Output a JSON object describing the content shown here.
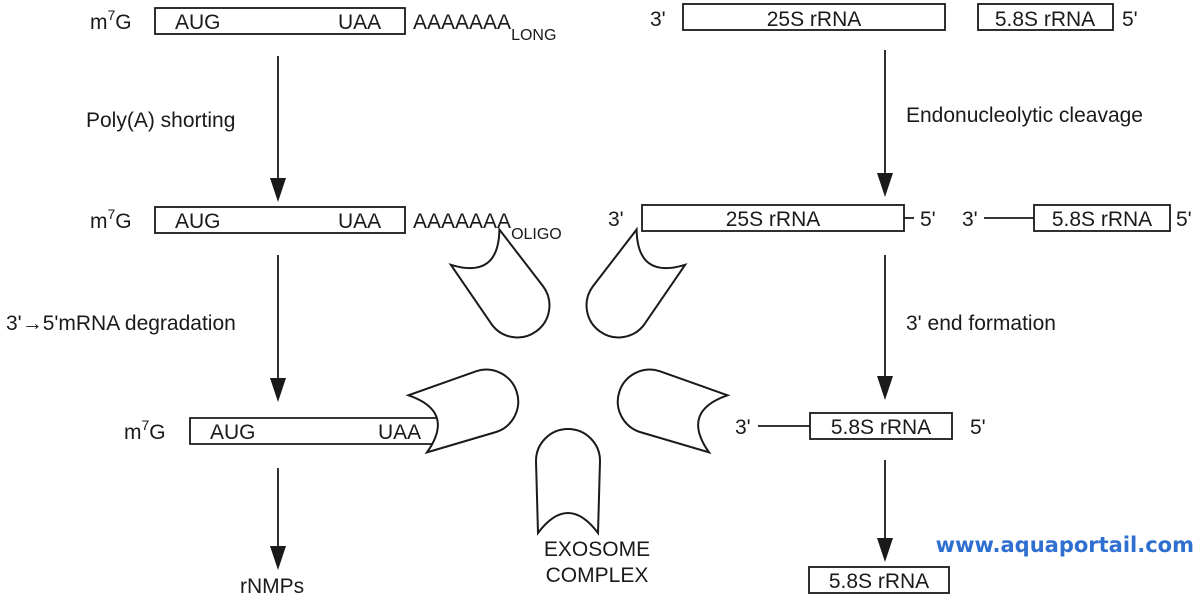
{
  "mrna": {
    "cap_m": "m",
    "cap_sup": "7",
    "cap_g": "G",
    "start_codon": "AUG",
    "stop_codon": "UAA",
    "polya": "AAAAAAA",
    "polya_long_sub": "LONG",
    "polya_oligo_sub": "OLIGO",
    "step1_label": "Poly(A) shorting",
    "step2_label": "3'→5'mRNA degradation",
    "product": "rNMPs"
  },
  "rrna": {
    "three_prime": "3'",
    "five_prime": "5'",
    "large_name": "25S rRNA",
    "small_name": "5.8S rRNA",
    "step1_label": "Endonucleolytic cleavage",
    "step2_label": "3' end formation"
  },
  "exosome": {
    "line1": "EXOSOME",
    "line2": "COMPLEX"
  },
  "watermark": "www.aquaportail.com"
}
